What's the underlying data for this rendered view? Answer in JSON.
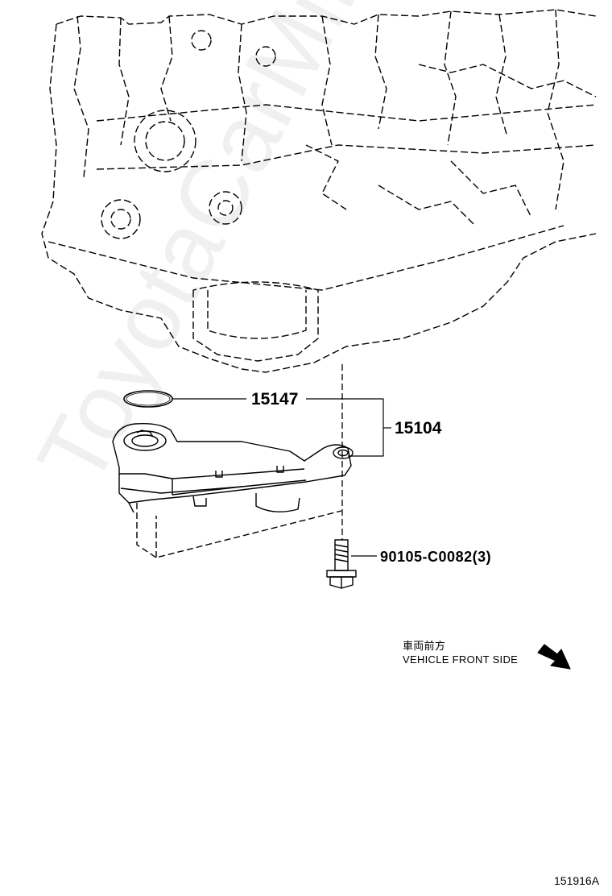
{
  "watermark": "ToyotaCarMine.ru",
  "parts": {
    "oring": "15147",
    "strainer": "15104",
    "bolt": "90105-C0082(3)"
  },
  "direction": {
    "japanese": "車両前方",
    "english": "VEHICLE FRONT SIDE"
  },
  "figure_id": "151916A"
}
